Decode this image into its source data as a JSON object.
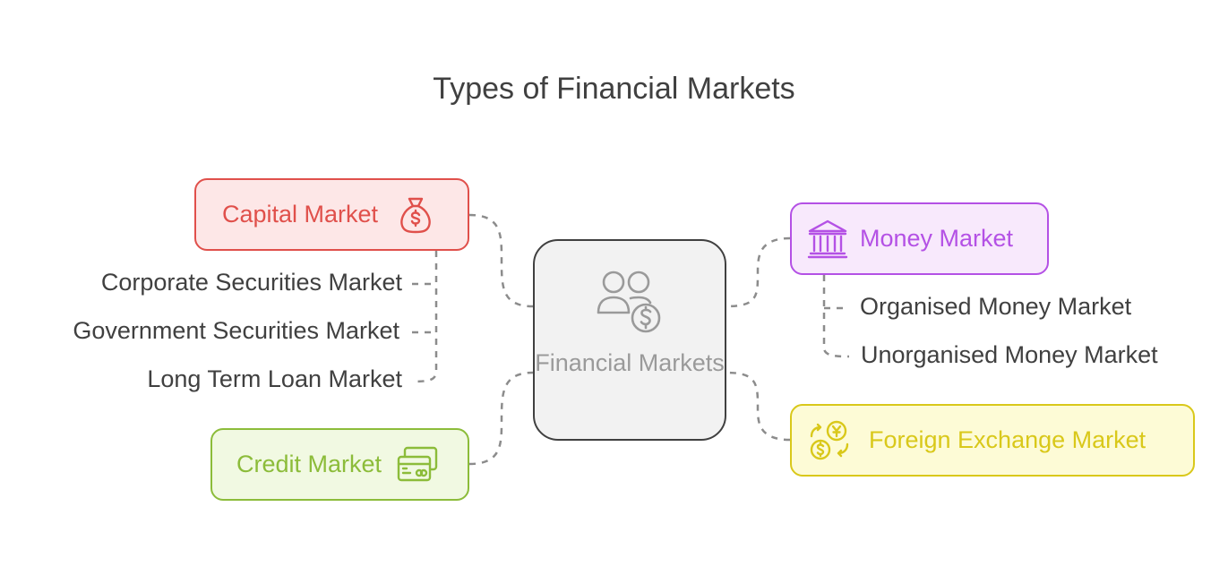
{
  "title": "Types of Financial Markets",
  "center": {
    "label": "Financial Markets",
    "icon": "users-dollar-icon"
  },
  "nodes": {
    "capital": {
      "label": "Capital Market",
      "icon": "money-bag-icon",
      "color": "#e0504b",
      "sub_items": [
        "Corporate Securities Market",
        "Government Securities Market",
        "Long Term Loan Market"
      ]
    },
    "credit": {
      "label": "Credit Market",
      "icon": "credit-cards-icon",
      "color": "#8cbc3a"
    },
    "money": {
      "label": "Money Market",
      "icon": "bank-icon",
      "color": "#b451e5",
      "sub_items": [
        "Organised Money Market",
        "Unorganised Money Market"
      ]
    },
    "forex": {
      "label": "Foreign Exchange Market",
      "icon": "currency-exchange-icon",
      "color": "#d9c81a"
    }
  },
  "connector_color": "#8c8c8c"
}
